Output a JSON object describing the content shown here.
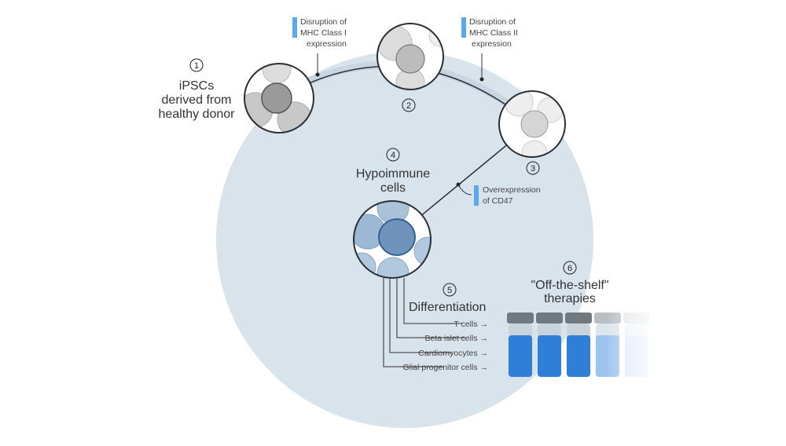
{
  "steps": [
    {
      "number": "1",
      "label_lines": [
        "iPSCs",
        "derived from",
        "healthy donor"
      ]
    },
    {
      "number": "2"
    },
    {
      "number": "3"
    },
    {
      "number": "4",
      "label_lines": [
        "Hypoimmune",
        "cells"
      ]
    },
    {
      "number": "5",
      "label": "Differentiation"
    },
    {
      "number": "6",
      "label_lines": [
        "\"Off-the-shelf\"",
        "therapies"
      ]
    }
  ],
  "edits": [
    {
      "lines": [
        "Disruption of",
        "MHC Class I",
        "expression"
      ]
    },
    {
      "lines": [
        "Disruption of",
        "MHC Class II",
        "expression"
      ]
    },
    {
      "lines": [
        "Overexpression",
        "of CD47"
      ]
    }
  ],
  "cell_types": [
    "T cells",
    "Beta islet cells",
    "Cardiomyocytes",
    "Glial progenitor cells"
  ],
  "arrow": "→",
  "colors": {
    "background_circle": "#d9e3ec",
    "gene_icon": "#5aa8f0",
    "vial_liquid": "#2f7fd8",
    "hypoimmune_cell": "#8fb0d0"
  }
}
